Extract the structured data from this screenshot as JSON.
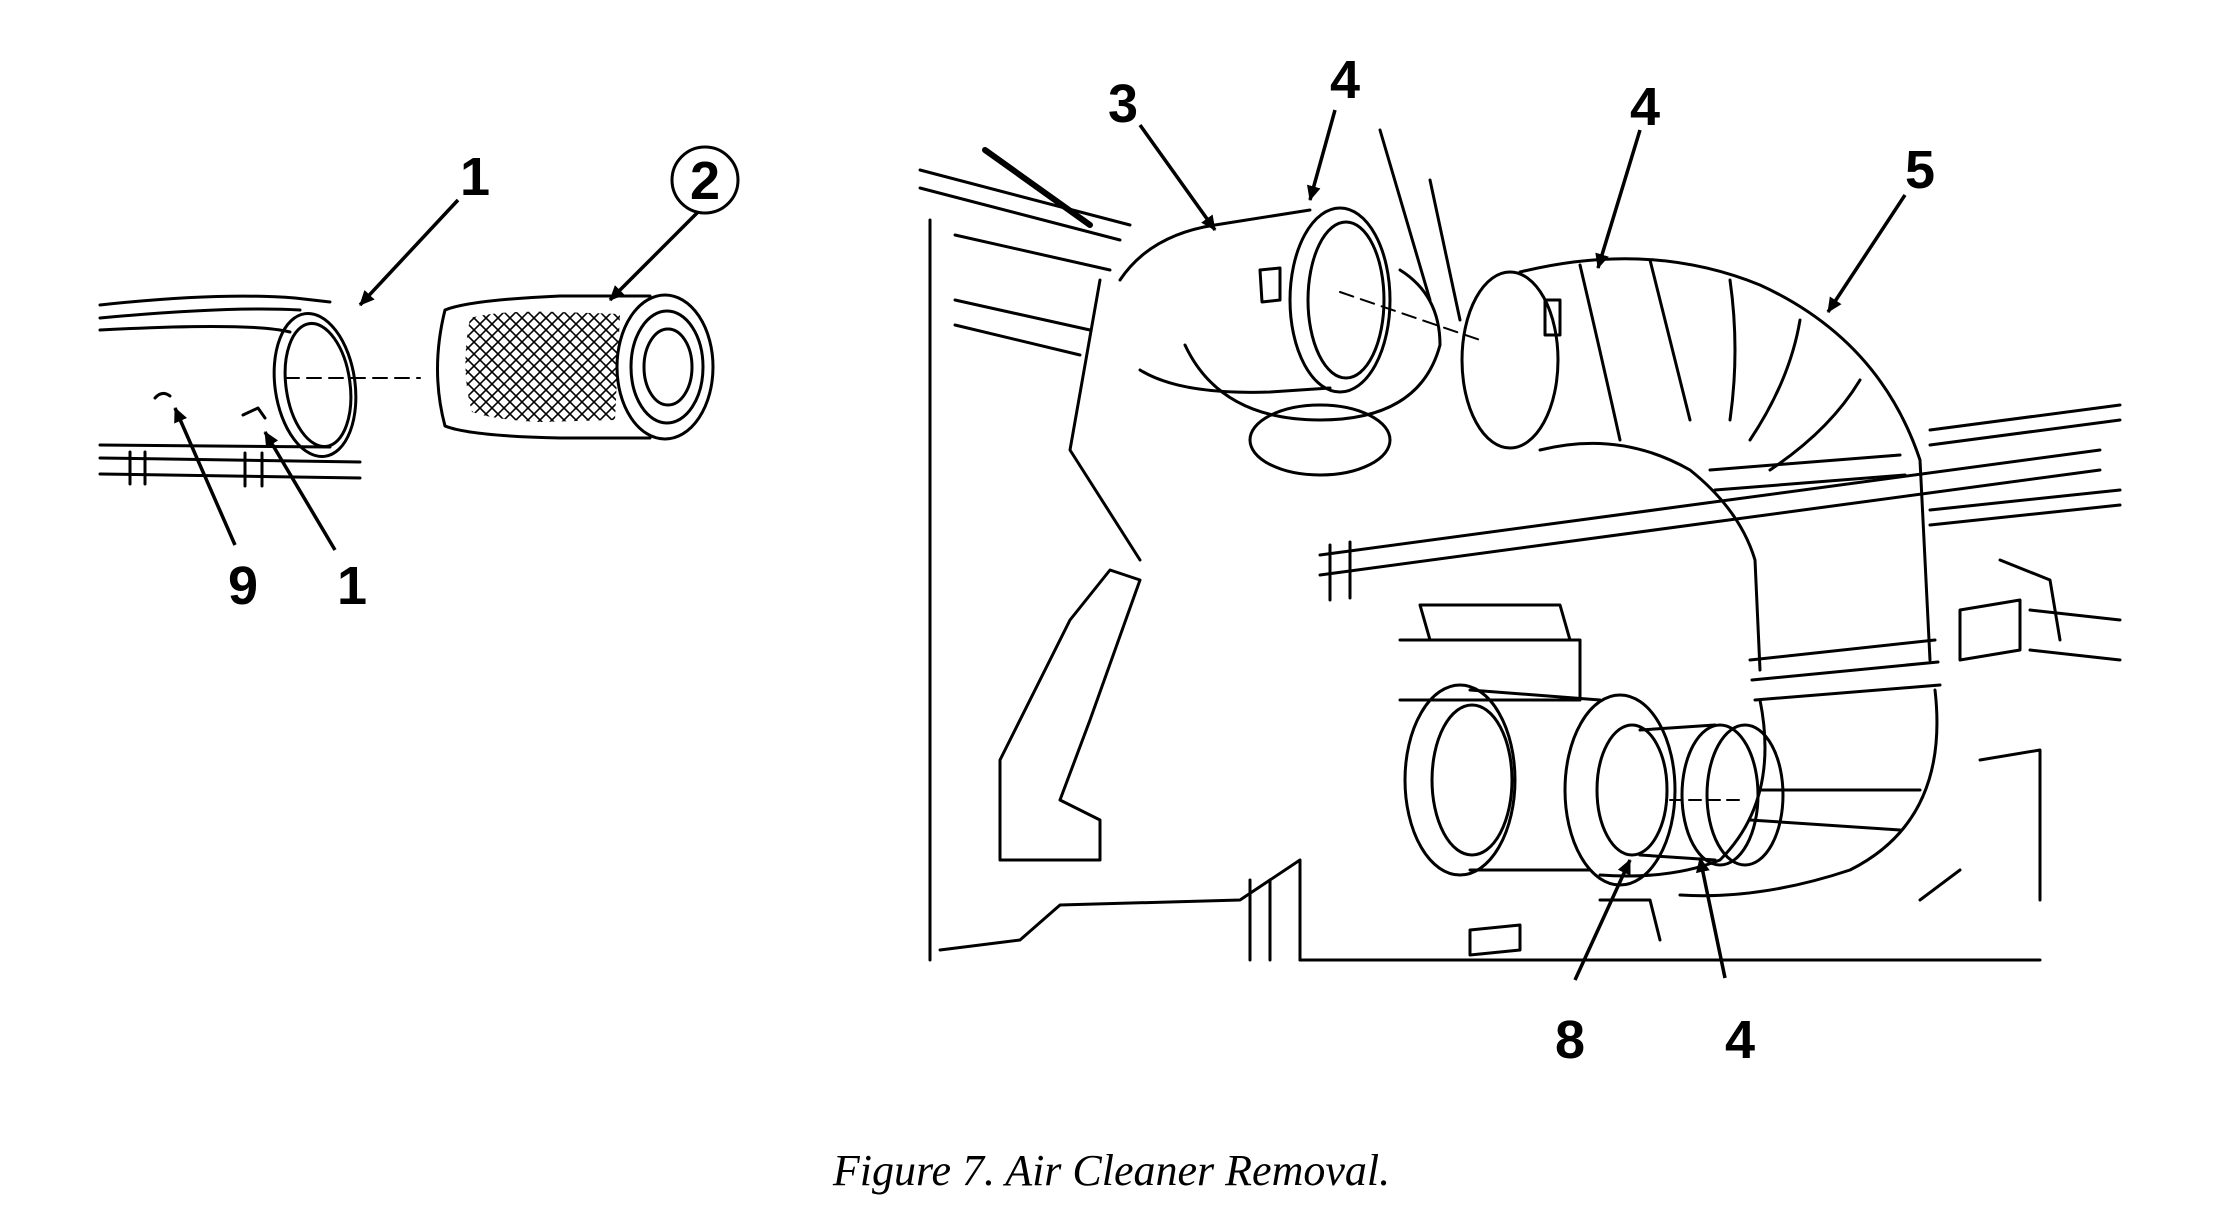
{
  "figure": {
    "caption": "Figure 7.  Air Cleaner Removal."
  },
  "callouts": {
    "left_1_top": "1",
    "left_2_circled": "2",
    "left_9": "9",
    "left_1_bottom": "1",
    "right_3": "3",
    "right_4_a": "4",
    "right_4_b": "4",
    "right_5": "5",
    "right_8": "8",
    "right_4_c": "4"
  }
}
